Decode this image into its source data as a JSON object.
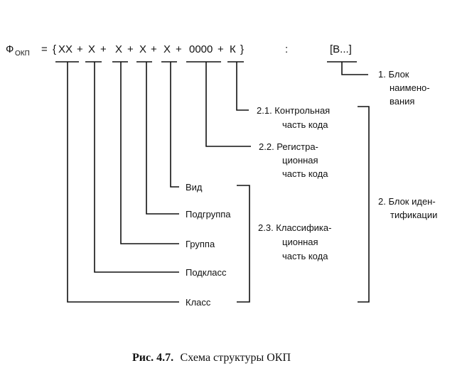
{
  "formula": {
    "phi": "Ф",
    "phi_sub": "ОКП",
    "equals": "=",
    "lbrace": "{",
    "xx": "XX",
    "plus": "+",
    "x": "X",
    "zeros": "0000",
    "k": "К",
    "rbrace": "}",
    "colon": ":",
    "block": "[В...]"
  },
  "labels": {
    "block_name": [
      "1. Блок",
      "наимено-",
      "вания"
    ],
    "control": [
      "2.1. Контрольная",
      "часть кода"
    ],
    "registration": [
      "2.2. Регистра-",
      "ционная",
      "часть кода"
    ],
    "vid": "Вид",
    "podgruppa": "Подгруппа",
    "gruppa": "Группа",
    "podklass": "Подкласс",
    "klass": "Класс",
    "classification": [
      "2.3. Классифика-",
      "ционная",
      "часть кода"
    ],
    "block_id": [
      "2. Блок иден-",
      "тификации"
    ]
  },
  "caption": {
    "prefix": "Рис. 4.7.",
    "text": "Схема структуры ОКП"
  }
}
